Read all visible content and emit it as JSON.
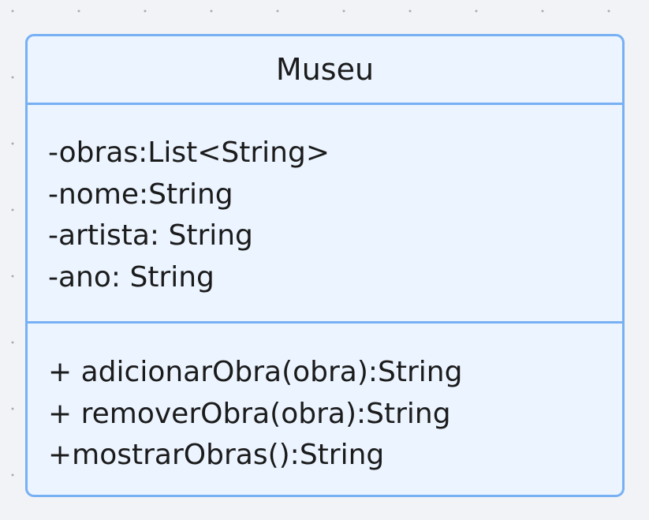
{
  "class": {
    "name": "Museu",
    "attributes": [
      "-obras:List<String>",
      "-nome:String",
      "-artista: String",
      "-ano: String"
    ],
    "methods": [
      "+ adicionarObra(obra):String",
      "+ removerObra(obra):String",
      "+mostrarObras():String"
    ]
  },
  "colors": {
    "canvas_background": "#f1f3f6",
    "grid_dots": "#a6abb3",
    "class_fill": "#ebf4ff",
    "class_border": "#77b0f3",
    "text": "#1b1b1b"
  }
}
